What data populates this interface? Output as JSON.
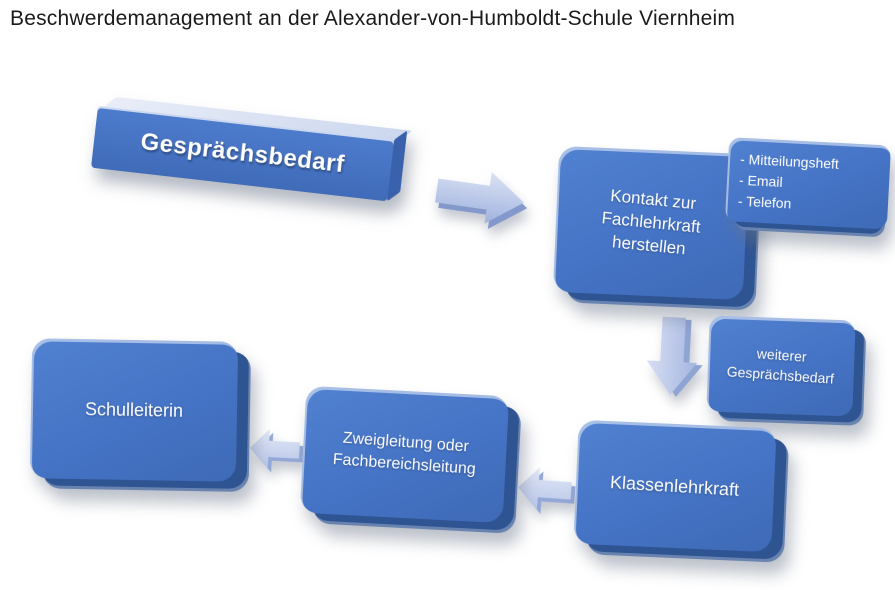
{
  "title": "Beschwerdemanagement an der Alexander-von-Humboldt-Schule Viernheim",
  "colors": {
    "box_front": "#4472C4",
    "box_side": "#2F528F",
    "arrow_fill": "#B4C7E7",
    "title_color": "#1A1A1A",
    "background": "#FFFFFF"
  },
  "flow": {
    "start": {
      "label": "Gesprächsbedarf"
    },
    "contact": {
      "label": "Kontakt zur Fachlehrkraft herstellen"
    },
    "contact_channels": {
      "items": [
        "- Mitteilungsheft",
        "- Email",
        "- Telefon"
      ]
    },
    "further_need": {
      "label": "weiterer Gesprächsbedarf"
    },
    "class_teacher": {
      "label": "Klassenlehrkraft"
    },
    "branch_lead": {
      "label": "Zweigleitung oder Fachbereichsleitung"
    },
    "principal": {
      "label": "Schulleiterin"
    }
  }
}
